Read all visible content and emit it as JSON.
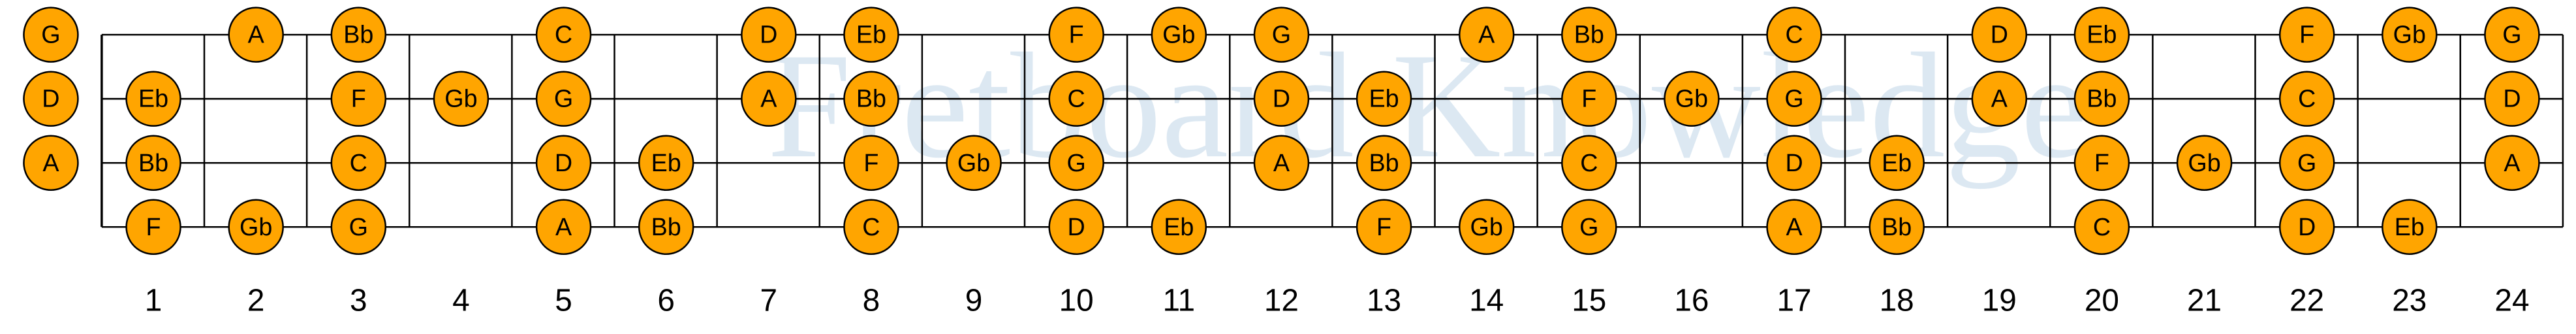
{
  "watermark": "Fretboard Knowledge",
  "colors": {
    "note_fill": "#FFA500",
    "note_stroke": "#000000",
    "line": "#000000",
    "label": "#000000",
    "watermark": "#DCE8F2"
  },
  "fret_numbers": [
    "1",
    "2",
    "3",
    "4",
    "5",
    "6",
    "7",
    "8",
    "9",
    "10",
    "11",
    "12",
    "13",
    "14",
    "15",
    "16",
    "17",
    "18",
    "19",
    "20",
    "21",
    "22",
    "23",
    "24"
  ],
  "strings": [
    {
      "open": "G",
      "notes": [
        {
          "fret": 2,
          "label": "A"
        },
        {
          "fret": 3,
          "label": "Bb"
        },
        {
          "fret": 5,
          "label": "C"
        },
        {
          "fret": 7,
          "label": "D"
        },
        {
          "fret": 8,
          "label": "Eb"
        },
        {
          "fret": 10,
          "label": "F"
        },
        {
          "fret": 11,
          "label": "Gb"
        },
        {
          "fret": 12,
          "label": "G"
        },
        {
          "fret": 14,
          "label": "A"
        },
        {
          "fret": 15,
          "label": "Bb"
        },
        {
          "fret": 17,
          "label": "C"
        },
        {
          "fret": 19,
          "label": "D"
        },
        {
          "fret": 20,
          "label": "Eb"
        },
        {
          "fret": 22,
          "label": "F"
        },
        {
          "fret": 23,
          "label": "Gb"
        },
        {
          "fret": 24,
          "label": "G"
        }
      ]
    },
    {
      "open": "D",
      "notes": [
        {
          "fret": 1,
          "label": "Eb"
        },
        {
          "fret": 3,
          "label": "F"
        },
        {
          "fret": 4,
          "label": "Gb"
        },
        {
          "fret": 5,
          "label": "G"
        },
        {
          "fret": 7,
          "label": "A"
        },
        {
          "fret": 8,
          "label": "Bb"
        },
        {
          "fret": 10,
          "label": "C"
        },
        {
          "fret": 12,
          "label": "D"
        },
        {
          "fret": 13,
          "label": "Eb"
        },
        {
          "fret": 15,
          "label": "F"
        },
        {
          "fret": 16,
          "label": "Gb"
        },
        {
          "fret": 17,
          "label": "G"
        },
        {
          "fret": 19,
          "label": "A"
        },
        {
          "fret": 20,
          "label": "Bb"
        },
        {
          "fret": 22,
          "label": "C"
        },
        {
          "fret": 24,
          "label": "D"
        }
      ]
    },
    {
      "open": "A",
      "notes": [
        {
          "fret": 1,
          "label": "Bb"
        },
        {
          "fret": 3,
          "label": "C"
        },
        {
          "fret": 5,
          "label": "D"
        },
        {
          "fret": 6,
          "label": "Eb"
        },
        {
          "fret": 8,
          "label": "F"
        },
        {
          "fret": 9,
          "label": "Gb"
        },
        {
          "fret": 10,
          "label": "G"
        },
        {
          "fret": 12,
          "label": "A"
        },
        {
          "fret": 13,
          "label": "Bb"
        },
        {
          "fret": 15,
          "label": "C"
        },
        {
          "fret": 17,
          "label": "D"
        },
        {
          "fret": 18,
          "label": "Eb"
        },
        {
          "fret": 20,
          "label": "F"
        },
        {
          "fret": 21,
          "label": "Gb"
        },
        {
          "fret": 22,
          "label": "G"
        },
        {
          "fret": 24,
          "label": "A"
        }
      ]
    },
    {
      "open": "",
      "notes": [
        {
          "fret": 1,
          "label": "F"
        },
        {
          "fret": 2,
          "label": "Gb"
        },
        {
          "fret": 3,
          "label": "G"
        },
        {
          "fret": 5,
          "label": "A"
        },
        {
          "fret": 6,
          "label": "Bb"
        },
        {
          "fret": 8,
          "label": "C"
        },
        {
          "fret": 10,
          "label": "D"
        },
        {
          "fret": 11,
          "label": "Eb"
        },
        {
          "fret": 13,
          "label": "F"
        },
        {
          "fret": 14,
          "label": "Gb"
        },
        {
          "fret": 15,
          "label": "G"
        },
        {
          "fret": 17,
          "label": "A"
        },
        {
          "fret": 18,
          "label": "Bb"
        },
        {
          "fret": 20,
          "label": "C"
        },
        {
          "fret": 22,
          "label": "D"
        },
        {
          "fret": 23,
          "label": "Eb"
        }
      ]
    }
  ]
}
